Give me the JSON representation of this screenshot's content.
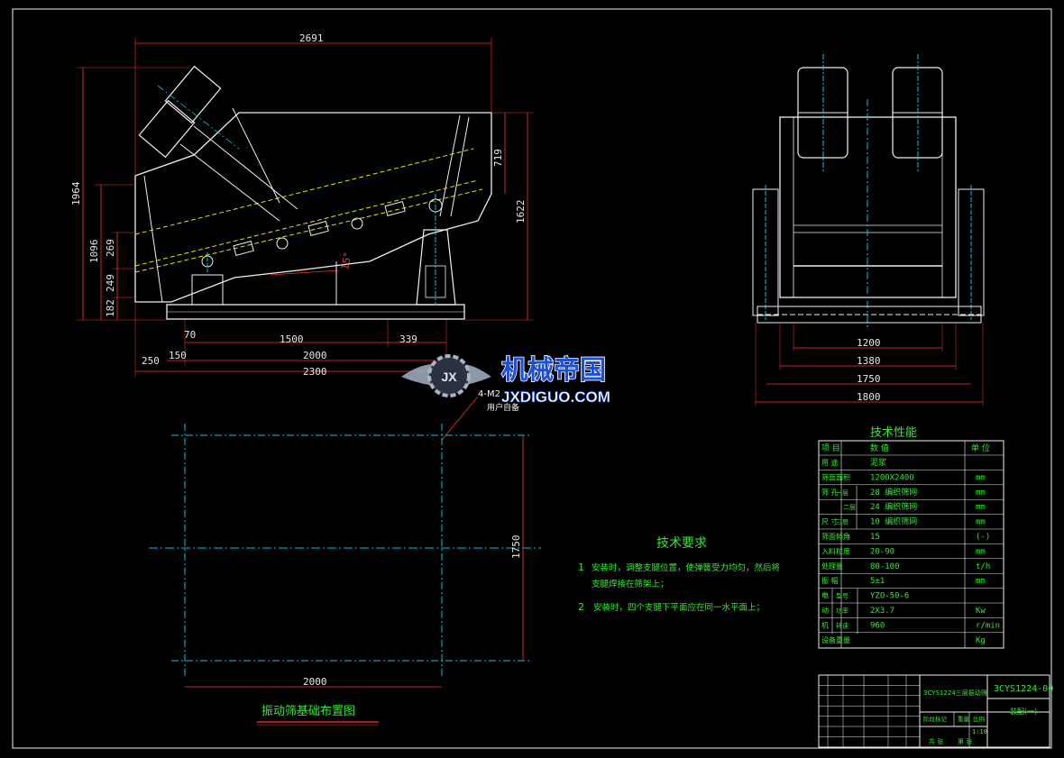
{
  "side_view": {
    "dims": {
      "top_length": "2691",
      "height_total": "1964",
      "height_1096": "1096",
      "height_269": "269",
      "height_249": "249",
      "height_182": "182",
      "height_719": "719",
      "height_1622": "1622",
      "angle": "15°",
      "b70": "70",
      "b1500": "1500",
      "b339": "339",
      "b250": "250",
      "b150": "150",
      "b2000": "2000",
      "b2300": "2300"
    },
    "anchor_note": "4-M2",
    "anchor_note2": "用户自备"
  },
  "end_view": {
    "dims": {
      "w1200": "1200",
      "w1380": "1380",
      "w1750": "1750",
      "w1800": "1800"
    }
  },
  "foundation": {
    "dim_height": "1750",
    "dim_width": "2000",
    "title": "振动筛基础布置图"
  },
  "requirements": {
    "title": "技术要求",
    "items": [
      {
        "num": "1",
        "line1": "安装时，调整支腿位置，使弹簧受力均匀，然后将",
        "line2": "支腿焊接在筛架上；"
      },
      {
        "num": "2",
        "line1": "安装时，四个支腿下平面应在同一水平面上；"
      }
    ]
  },
  "specs": {
    "title": "技术性能",
    "header": {
      "item": "项  目",
      "value": "数       值",
      "unit": "单  位"
    },
    "rows": [
      {
        "item": "用    途",
        "sub": "",
        "value": "泥浆",
        "unit": ""
      },
      {
        "item": "筛面面积",
        "sub": "",
        "value": "1200X2400",
        "unit": "mm"
      },
      {
        "item": "筛  孔",
        "sub": "一层",
        "value": "28  编织筛网",
        "unit": "mm"
      },
      {
        "item": "",
        "sub": "二层",
        "value": "24  编织筛网",
        "unit": "mm"
      },
      {
        "item": "尺  寸",
        "sub": "三层",
        "value": "10  编织筛网",
        "unit": "mm"
      },
      {
        "item": "筛面倾角",
        "sub": "",
        "value": "15",
        "unit": "(-)"
      },
      {
        "item": "入料粒度",
        "sub": "",
        "value": "20-90",
        "unit": "mm"
      },
      {
        "item": "处理量",
        "sub": "",
        "value": "80-100",
        "unit": "t/h"
      },
      {
        "item": "振  幅",
        "sub": "",
        "value": "5±1",
        "unit": "mm"
      },
      {
        "item": "电",
        "sub": "型号",
        "value": "YZO-50-6",
        "unit": ""
      },
      {
        "item": "动",
        "sub": "功率",
        "value": "2X3.7",
        "unit": "Kw"
      },
      {
        "item": "机",
        "sub": "转速",
        "value": "960",
        "unit": "r/min"
      },
      {
        "item": "设备重量",
        "sub": "",
        "value": "",
        "unit": "Kg"
      }
    ]
  },
  "title_block": {
    "drawing_no": "3CYS1224-00",
    "name": "3CYS1224三层振动筛",
    "sheet": "装配(一)",
    "stage_label": "阶段标记",
    "weight_label": "重量",
    "scale_label": "比例",
    "scale": "1:10",
    "sheets_label": "共  张",
    "sheet_of": "第  张"
  },
  "watermark": {
    "cn": "机械帝国",
    "en": "JXDIGUO.COM"
  },
  "colors": {
    "background": "#000000",
    "outline": "#f0f0f0",
    "dimension": "#ff3030",
    "centerline": "#00c8e8",
    "hidden": "#e6e600",
    "text": "#35e835"
  }
}
